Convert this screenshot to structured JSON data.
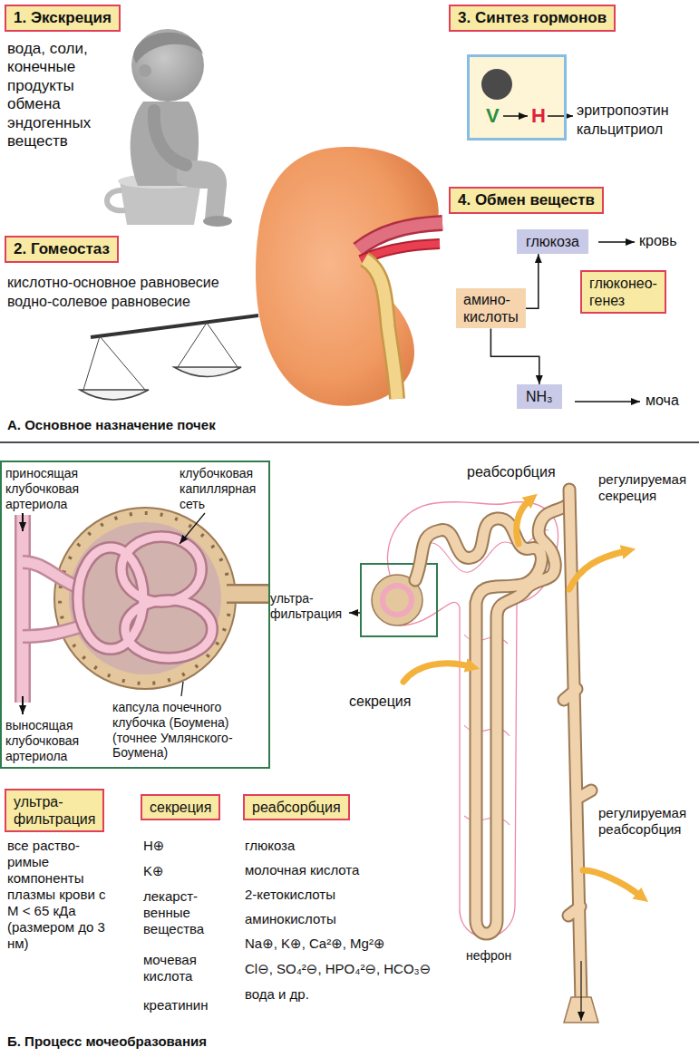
{
  "diagram": {
    "nodes": [
      {
        "text": [
          "1. Экскреция"
        ]
      },
      {
        "text": [
          "2. Гомеостаз"
        ]
      },
      {
        "text": [
          "3. Синтез гормонов"
        ]
      },
      {
        "text": [
          "V",
          "H"
        ]
      },
      {
        "text": [
          "4. Обмен веществ"
        ]
      },
      {
        "text": [
          "глюкоза"
        ]
      },
      {
        "text": [
          "глюконео- генез"
        ]
      },
      {
        "text": [
          "амино- кислоты"
        ]
      },
      {
        "text": [
          "NH₃"
        ]
      },
      {
        "text": [
          "приносящая клубочковая артериола",
          "клубочковая капиллярная сеть",
          "капсула почечного клубочка (Боумена) (точнее Умлянского-Боумена)",
          "выносящая клубочковая артериола"
        ]
      },
      {
        "text": [
          "ультра- фильтрация"
        ]
      },
      {
        "text": [
          "секреция"
        ]
      },
      {
        "text": [
          "реабсорбция"
        ]
      }
    ],
    "edges": [
      {
        "from": 7,
        "to": 5,
        "arrow": "to"
      },
      {
        "from": 7,
        "to": 8,
        "arrow": "to"
      }
    ],
    "labels": [
      "вода, соли, конечные продукты обмена эндогенных веществ",
      "кислотно-основное равновесие",
      "водно-солевое равновесие",
      "эритропоэтин",
      "кальцитриол",
      "кровь",
      "моча",
      "А. Основное назначение почек",
      "реабсорбция",
      "регулируемая секреция",
      "ультра- фильтрация",
      "секреция",
      "регулируемая реабсорбция",
      "нефрон",
      "все раство- римые компоненты плазмы крови с M < 65 кДа (размером до 3 нм)",
      "H⊕",
      "K⊕",
      "лекарст- венные вещества",
      "мочевая кислота",
      "креатинин",
      "глюкоза",
      "молочная кислота",
      "2-кетокислоты",
      "аминокислоты",
      "Na⊕, K⊕, Ca²⊕, Mg²⊕",
      "Cl⊖, SO₄²⊖, HPO₄²⊖, HCO₃⊖",
      "вода и др.",
      "Б. Процесс мочеобразования"
    ]
  }
}
